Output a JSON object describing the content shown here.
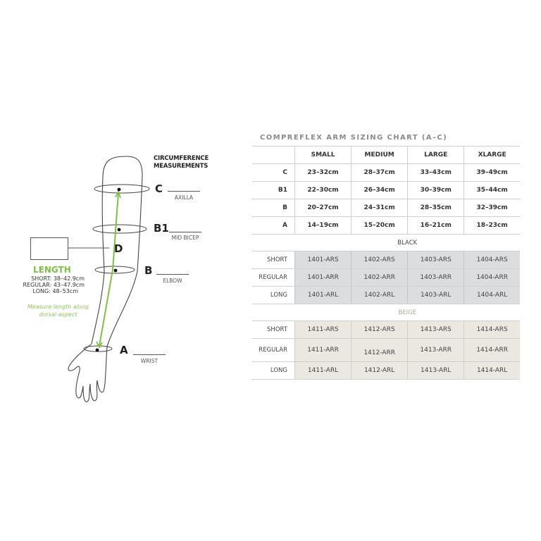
{
  "diagram": {
    "circumference_title_line1": "CIRCUMFERENCE",
    "circumference_title_line2": "MEASUREMENTS",
    "points": [
      {
        "letter": "C",
        "label": "AXILLA"
      },
      {
        "letter": "B1",
        "label": "MID BICEP"
      },
      {
        "letter": "B",
        "label": "ELBOW"
      },
      {
        "letter": "A",
        "label": "WRIST"
      }
    ],
    "length_point": "D",
    "length": {
      "title": "LENGTH",
      "short": "SHORT: 38–42.9cm",
      "regular": "REGULAR: 43–47.9cm",
      "long": "LONG: 48–53cm",
      "note_line1": "Measure length along",
      "note_line2": "dorsal aspect"
    },
    "colors": {
      "accent_green": "#7dc142",
      "note_green": "#8cc95a",
      "line": "#555555"
    }
  },
  "chart": {
    "title": "COMPREFLEX ARM SIZING CHART (A–C)",
    "columns": [
      "SMALL",
      "MEDIUM",
      "LARGE",
      "XLARGE"
    ],
    "measurements": [
      {
        "label": "C",
        "values": [
          "23–32cm",
          "28–37cm",
          "33–43cm",
          "39–49cm"
        ]
      },
      {
        "label": "B1",
        "values": [
          "22–30cm",
          "26–34cm",
          "30–39cm",
          "35–44cm"
        ]
      },
      {
        "label": "B",
        "values": [
          "20–27cm",
          "24–31cm",
          "28–35cm",
          "32–39cm"
        ]
      },
      {
        "label": "A",
        "values": [
          "14–19cm",
          "15–20cm",
          "16–21cm",
          "18–23cm"
        ]
      }
    ],
    "sections": [
      {
        "name": "BLACK",
        "color": "#dcdddf",
        "rows": [
          {
            "label": "SHORT",
            "values": [
              "1401-ARS",
              "1402-ARS",
              "1403-ARS",
              "1404-ARS"
            ]
          },
          {
            "label": "REGULAR",
            "values": [
              "1401-ARR",
              "1402-ARR",
              "1403-ARR",
              "1404-ARR"
            ]
          },
          {
            "label": "LONG",
            "values": [
              "1401-ARL",
              "1402-ARL",
              "1403-ARL",
              "1404-ARL"
            ]
          }
        ]
      },
      {
        "name": "BEIGE",
        "color": "#ebe7e1",
        "rows": [
          {
            "label": "SHORT",
            "values": [
              "1411-ARS",
              "1412-ARS",
              "1413-ARS",
              "1414-ARS"
            ]
          },
          {
            "label": "REGULAR",
            "values": [
              "1411-ARR",
              "1412-ARR",
              "1413-ARR",
              "1414-ARR"
            ]
          },
          {
            "label": "LONG",
            "values": [
              "1411-ARL",
              "1412-ARL",
              "1413-ARL",
              "1414-ARL"
            ]
          }
        ]
      }
    ]
  }
}
